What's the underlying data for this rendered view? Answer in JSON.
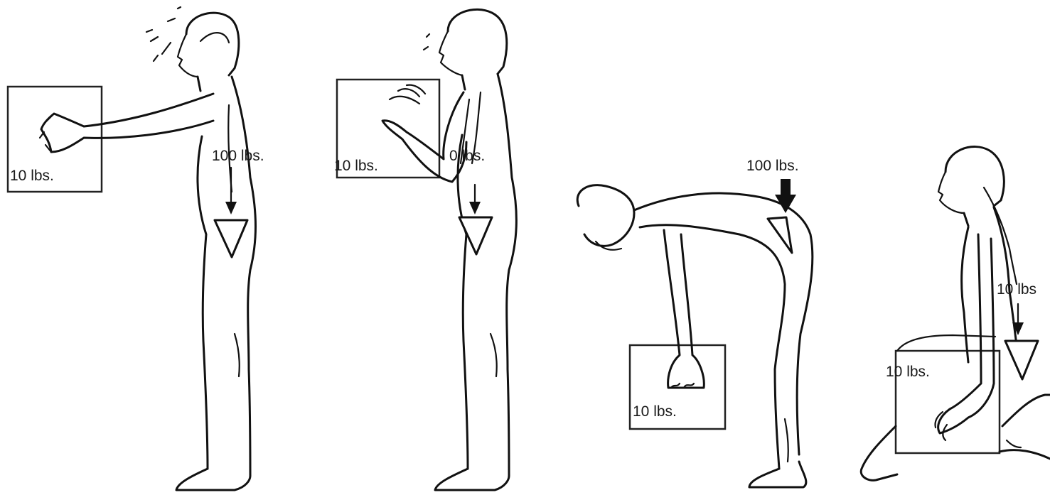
{
  "figures": [
    {
      "id": "arms-extended",
      "box_label": "10 lbs.",
      "spine_load_label": "100 lbs."
    },
    {
      "id": "arms-close",
      "box_label": "10 lbs.",
      "spine_load_label": "0 lbs."
    },
    {
      "id": "bent-over",
      "box_label": "10 lbs.",
      "spine_load_label": "100 lbs."
    },
    {
      "id": "kneeling",
      "box_label": "10 lbs.",
      "spine_load_label": "10 lbs"
    }
  ],
  "colors": {
    "ink": "#111111",
    "background": "#ffffff"
  }
}
